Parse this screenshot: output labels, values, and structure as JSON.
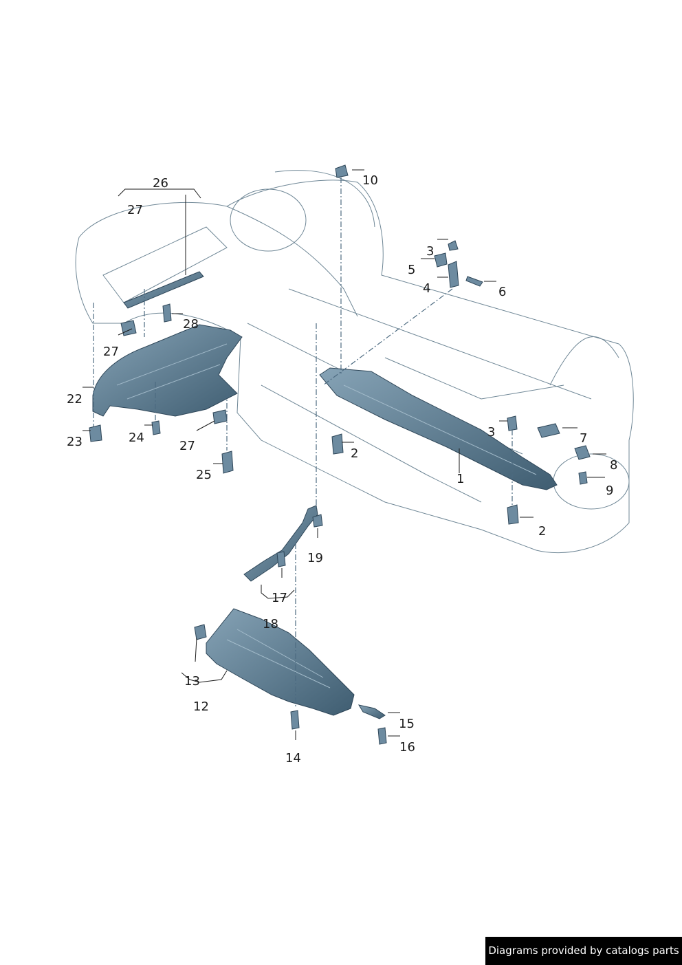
{
  "diagram": {
    "callouts": [
      {
        "id": "c26",
        "text": "26"
      },
      {
        "id": "c27a",
        "text": "27"
      },
      {
        "id": "c10",
        "text": "10"
      },
      {
        "id": "c3a",
        "text": "3"
      },
      {
        "id": "c5",
        "text": "5"
      },
      {
        "id": "c4",
        "text": "4"
      },
      {
        "id": "c6",
        "text": "6"
      },
      {
        "id": "c28",
        "text": "28"
      },
      {
        "id": "c27b",
        "text": "27"
      },
      {
        "id": "c22",
        "text": "22"
      },
      {
        "id": "c23",
        "text": "23"
      },
      {
        "id": "c24",
        "text": "24"
      },
      {
        "id": "c27c",
        "text": "27"
      },
      {
        "id": "c25",
        "text": "25"
      },
      {
        "id": "c2a",
        "text": "2"
      },
      {
        "id": "c3b",
        "text": "3"
      },
      {
        "id": "c7",
        "text": "7"
      },
      {
        "id": "c8",
        "text": "8"
      },
      {
        "id": "c9",
        "text": "9"
      },
      {
        "id": "c1",
        "text": "1"
      },
      {
        "id": "c2b",
        "text": "2"
      },
      {
        "id": "c19",
        "text": "19"
      },
      {
        "id": "c17",
        "text": "17"
      },
      {
        "id": "c18",
        "text": "18"
      },
      {
        "id": "c13",
        "text": "13"
      },
      {
        "id": "c12",
        "text": "12"
      },
      {
        "id": "c15",
        "text": "15"
      },
      {
        "id": "c16",
        "text": "16"
      },
      {
        "id": "c14",
        "text": "14"
      }
    ],
    "colors": {
      "body_shade": "#dfe9ef",
      "body_dark": "#b9ccd8",
      "part_fill": "#5c7d93",
      "part_dark": "#3d5a6e",
      "part_light": "#8fabbe",
      "line": "#1b1b1b"
    }
  },
  "footer": {
    "credit": "Diagrams provided by catalogs parts"
  }
}
